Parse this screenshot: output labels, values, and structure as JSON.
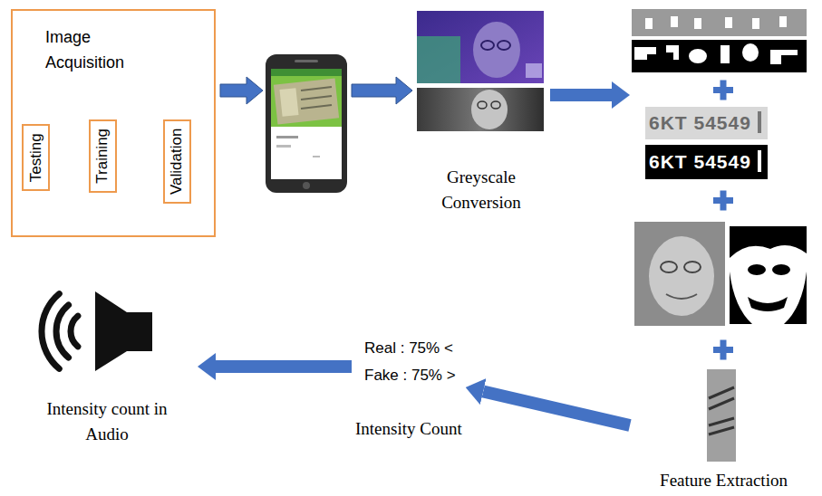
{
  "diagram": {
    "nodes": [
      {
        "text": [
          "Image Acquisition"
        ]
      },
      {
        "text": [
          "Testing"
        ],
        "in": 0
      },
      {
        "text": [
          "Training"
        ],
        "in": 0
      },
      {
        "text": [
          "Validation"
        ],
        "in": 0
      },
      {
        "text": [
          "Greyscale Conversion"
        ]
      },
      {
        "text": [
          "Feature Extraction"
        ]
      },
      {
        "text": [
          "Real : 75% <",
          "Fake : 75% >",
          "Intensity Count"
        ]
      },
      {
        "text": [
          "Intensity count in Audio"
        ]
      }
    ],
    "edges": [
      {
        "from": 4,
        "to": 5,
        "arrow": "to"
      },
      {
        "from": 5,
        "to": 6,
        "arrow": "to"
      },
      {
        "from": 6,
        "to": 7,
        "arrow": "to"
      }
    ],
    "labels": [
      "6KT 54549",
      "6KT 54549"
    ]
  }
}
